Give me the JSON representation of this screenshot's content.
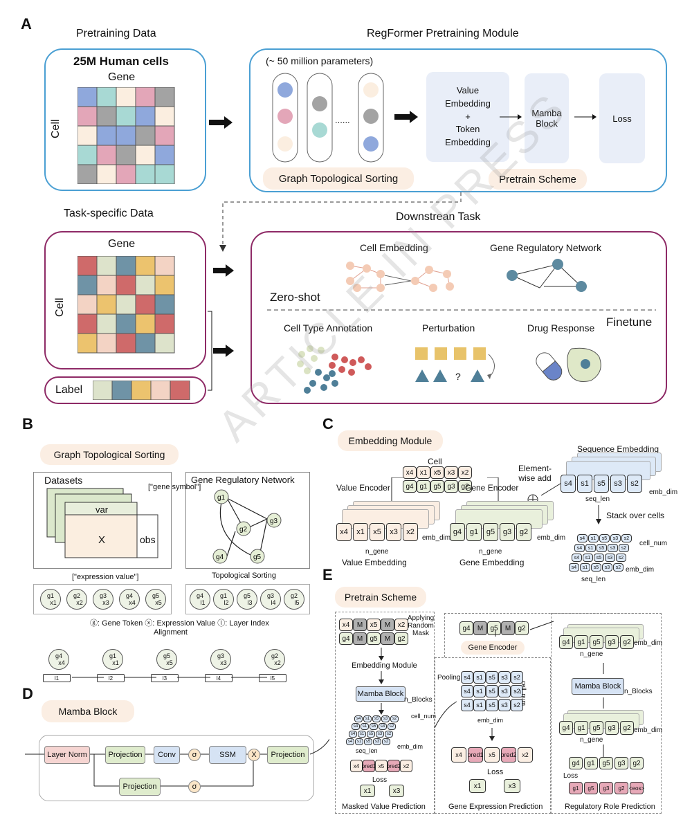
{
  "panels": {
    "a": "A",
    "b": "B",
    "c": "C",
    "d": "D",
    "e": "E"
  },
  "a": {
    "pretraining_data_title": "Pretraining Data",
    "regformer_title": "RegFormer Pretraining Module",
    "human_cells": "25M Human cells",
    "gene": "Gene",
    "cell": "Cell",
    "params": "(~ 50 million parameters)",
    "dots": "......",
    "value_embedding": "Value Embedding",
    "plus": "+",
    "token_embedding": "Token Embedding",
    "mamba_block": "Mamba Block",
    "loss": "Loss",
    "graph_sorting": "Graph Topological Sorting",
    "pretrain_scheme": "Pretrain Scheme",
    "task_data_title": "Task-specific Data",
    "downstream_title": "Downstrean Task",
    "label": "Label",
    "cell_embedding": "Cell Embedding",
    "grn": "Gene Regulatory Network",
    "zero_shot": "Zero-shot",
    "finetune": "Finetune",
    "cell_type_annotation": "Cell Type Annotation",
    "perturbation": "Perturbation",
    "question": "?",
    "drug_response": "Drug Response",
    "colors": {
      "blue": "#4a9fd3",
      "purple": "#8e2a66"
    }
  },
  "b": {
    "pill": "Graph Topological Sorting",
    "datasets": "Datasets",
    "var": "var",
    "x": "X",
    "obs": "obs",
    "gene_symbol": "[\"gene symbol\"]",
    "expression_value": "[\"expression value\"]",
    "grn_title": "Gene Regulatory Network",
    "topo_sorting": "Topological Sorting",
    "legend": ": Gene Token  : Expression Value  : Layer Index",
    "legend_gene": "Gene Token",
    "legend_expr": "Expression Value",
    "legend_layer": "Layer Index",
    "alignment": "Alignment",
    "grn_nodes": [
      "g1",
      "g2",
      "g3",
      "g4",
      "g5"
    ],
    "left_tokens": [
      [
        "g1",
        "x1"
      ],
      [
        "g2",
        "x2"
      ],
      [
        "g3",
        "x3"
      ],
      [
        "g4",
        "x4"
      ],
      [
        "g5",
        "x5"
      ]
    ],
    "right_tokens": [
      [
        "g4",
        "l1"
      ],
      [
        "g1",
        "l2"
      ],
      [
        "g5",
        "l3"
      ],
      [
        "g3",
        "l4"
      ],
      [
        "g2",
        "l5"
      ]
    ],
    "aligned": [
      [
        "g4",
        "x4",
        "l1"
      ],
      [
        "g1",
        "x1",
        "l2"
      ],
      [
        "g5",
        "x5",
        "l3"
      ],
      [
        "g3",
        "x3",
        "l4"
      ],
      [
        "g2",
        "x2",
        "l5"
      ]
    ]
  },
  "c": {
    "pill": "Embedding Module",
    "cell": "Cell",
    "x_row": [
      "x4",
      "x1",
      "x5",
      "x3",
      "x2"
    ],
    "g_row": [
      "g4",
      "g1",
      "g5",
      "g3",
      "g2"
    ],
    "s_row": [
      "s4",
      "s1",
      "s5",
      "s3",
      "s2"
    ],
    "value_encoder": "Value Encoder",
    "gene_encoder": "Gene Encoder",
    "elementwise": "Element-wise add",
    "sequence_embedding": "Sequence Embedding",
    "seq_len": "seq_len",
    "emb_dim": "emb_dim",
    "n_gene": "n_gene",
    "value_embedding": "Value Embedding",
    "gene_embedding": "Gene Embedding",
    "stack_over_cells": "Stack over cells",
    "cell_num": "cell_num"
  },
  "d": {
    "pill": "Mamba Block",
    "layer_norm": "Layer Norm",
    "projection": "Projection",
    "conv": "Conv",
    "sigma": "σ",
    "ssm": "SSM",
    "times": "X"
  },
  "e": {
    "pill": "Pretrain Scheme",
    "masked_row1": [
      "x4",
      "M",
      "x5",
      "M",
      "x2"
    ],
    "masked_row2": [
      "g4",
      "M",
      "g5",
      "M",
      "g2"
    ],
    "applying_mask": "Applying Random Mask",
    "embedding_module": "Embedding Module",
    "mamba_block": "Mamba Block",
    "n_blocks": "n_Blocks",
    "cell_num": "cell_num",
    "seq_len": "seq_len",
    "emb_dim": "emb_dim",
    "pred_row": [
      "x4",
      "pred1",
      "x5",
      "pred2",
      "x2"
    ],
    "loss": "Loss",
    "x1": "x1",
    "x3": "x3",
    "masked_value_prediction": "Masked Value Prediction",
    "pooling": "Pooling",
    "gene_expression_prediction": "Gene Expression Prediction",
    "gene_encoder": "Gene Encoder",
    "gene_top": [
      "g4",
      "M",
      "g5",
      "M",
      "g2"
    ],
    "n_gene": "n_gene",
    "regulatory_role_prediction": "Regulatory Role Prediction",
    "reg_row": [
      "g4",
      "g1",
      "g5",
      "g3",
      "g2"
    ],
    "reg_pred": [
      "g1",
      "g5",
      "g3",
      "g2",
      "<eos>"
    ]
  },
  "watermark": "ARTICLE IN PRESS"
}
